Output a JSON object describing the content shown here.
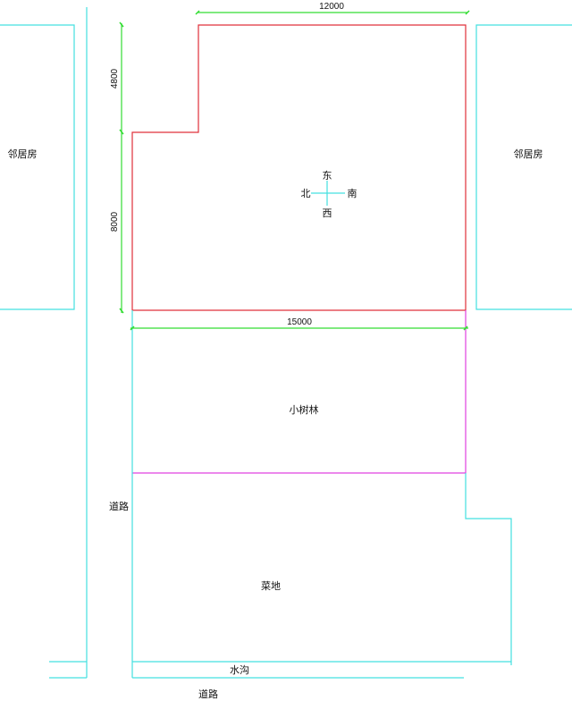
{
  "colors": {
    "site_boundary": "#e0303a",
    "dimension": "#33dd33",
    "boundary_cyan": "#44e0e0",
    "woods_boundary": "#e040e0",
    "text": "#111111"
  },
  "dimensions": {
    "top_width": "12000",
    "upper_left_height": "4800",
    "lower_left_height": "8000",
    "bottom_width": "15000"
  },
  "compass": {
    "north_top": "东",
    "left": "北",
    "right": "南",
    "bottom": "西"
  },
  "labels": {
    "neighbor_left": "邻居房",
    "neighbor_right": "邻居房",
    "woods": "小树林",
    "road_side": "道路",
    "vegetable_field": "菜地",
    "ditch": "水沟",
    "road_bottom": "道路"
  }
}
